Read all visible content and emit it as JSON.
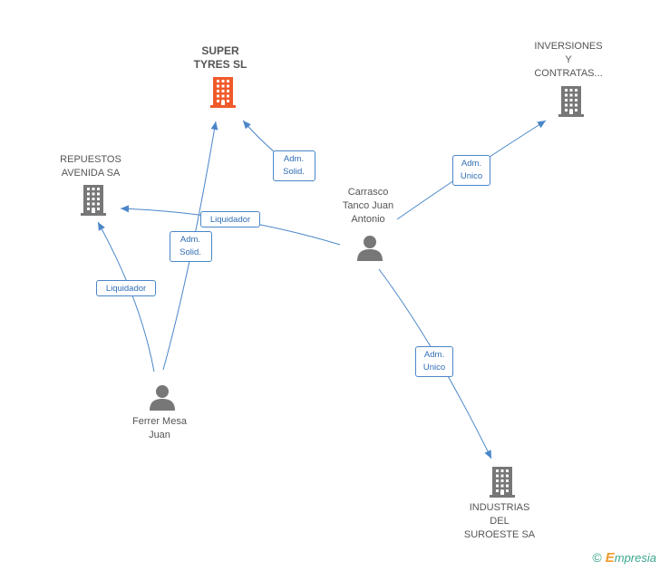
{
  "nodes": {
    "super_tyres": {
      "label": "SUPER\nTYRES SL",
      "kind": "company",
      "color": "#f05a2a",
      "focus": true
    },
    "inversiones": {
      "label": "INVERSIONES\nY\nCONTRATAS...",
      "kind": "company",
      "color": "#777777"
    },
    "repuestos": {
      "label": "REPUESTOS\nAVENIDA SA",
      "kind": "company",
      "color": "#777777"
    },
    "carrasco": {
      "label": "Carrasco\nTanco Juan\nAntonio",
      "kind": "person",
      "color": "#777777"
    },
    "ferrer": {
      "label": "Ferrer Mesa\nJuan",
      "kind": "person",
      "color": "#777777"
    },
    "industrias": {
      "label": "INDUSTRIAS\nDEL\nSUROESTE SA",
      "kind": "company",
      "color": "#777777"
    }
  },
  "edges": [
    {
      "from": "carrasco",
      "to": "super_tyres",
      "label": "Adm.\nSolid."
    },
    {
      "from": "carrasco",
      "to": "inversiones",
      "label": "Adm.\nUnico"
    },
    {
      "from": "carrasco",
      "to": "repuestos",
      "label": "Liquidador"
    },
    {
      "from": "carrasco",
      "to": "industrias",
      "label": "Adm.\nUnico"
    },
    {
      "from": "ferrer",
      "to": "super_tyres",
      "label": "Adm.\nSolid."
    },
    {
      "from": "ferrer",
      "to": "repuestos",
      "label": "Liquidador"
    }
  ],
  "colors": {
    "edge": "#4a86c8",
    "edge_label_text": "#2f6db5"
  },
  "footer": {
    "copyright": "©",
    "brand_initial": "E",
    "brand_rest": "mpresia"
  }
}
